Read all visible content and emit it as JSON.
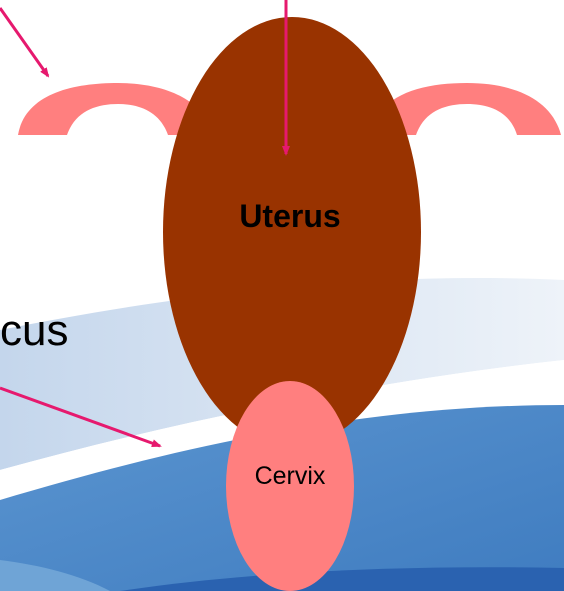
{
  "labels": {
    "uterus": "Uterus",
    "cervix": "Cervix",
    "partial_text": "cus"
  },
  "colors": {
    "uterus_fill": "#993300",
    "tube_fill": "#ff7f7f",
    "cervix_fill": "#ff7f7f",
    "arrow": "#e6196e",
    "wave_light": "#dfe8f3",
    "wave_mid": "#c9daee",
    "wave_blue": "#4a86c6",
    "wave_dark": "#2a62b0"
  }
}
